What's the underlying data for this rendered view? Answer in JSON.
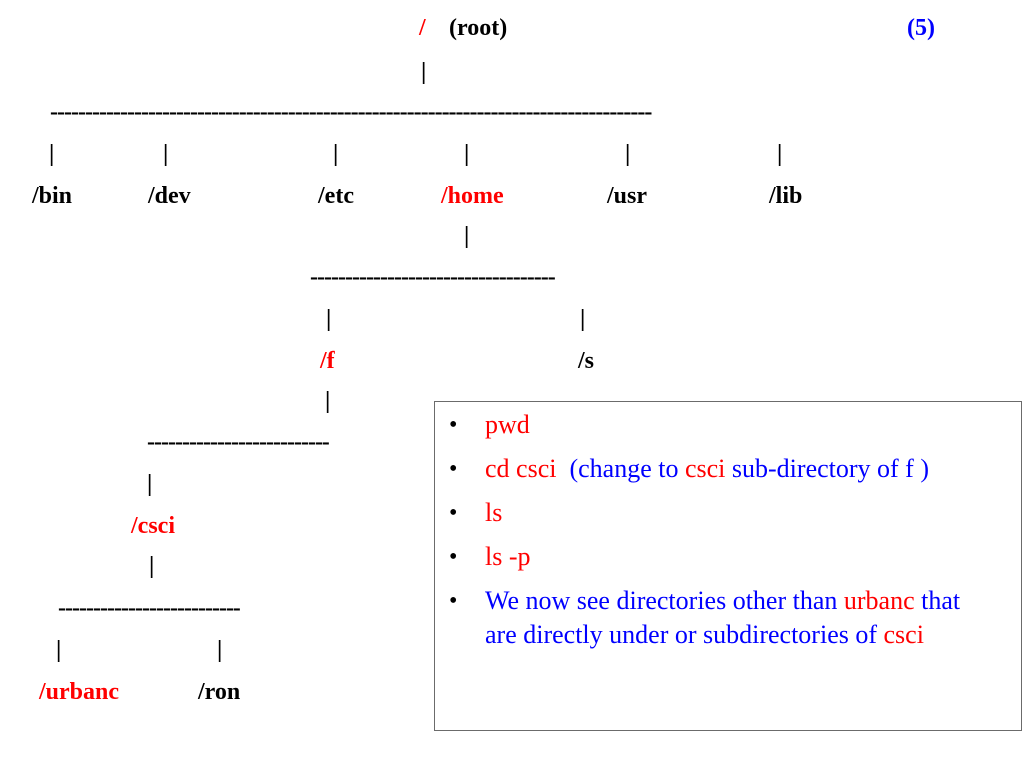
{
  "title": {
    "slash": "/",
    "label": "(root)",
    "slide_number": "(5)"
  },
  "tree": {
    "pipe": "|",
    "line1": "--------------------------------------------------------------------------------------",
    "line2": "-----------------------------------",
    "line3": "--------------------------",
    "line4": "--------------------------",
    "dirs": {
      "bin": "/bin",
      "dev": "/dev",
      "etc": "/etc",
      "home": "/home",
      "usr": "/usr",
      "lib": "/lib",
      "f": "/f",
      "s": "/s",
      "csci": "/csci",
      "urbanc": "/urbanc",
      "ron": "/ron"
    }
  },
  "commands": {
    "bullet": "•",
    "items": [
      {
        "cmd": "pwd"
      },
      {
        "cmd": "cd csci",
        "note_pre": "(change to ",
        "note_dir": "csci",
        "note_post": " sub-directory of f )"
      },
      {
        "cmd": "ls"
      },
      {
        "cmd": "ls -p"
      },
      {
        "text_pre": "We now see directories other than ",
        "text_dir": "urbanc",
        "text_mid": "  that are directly under or subdirectories of ",
        "text_dir2": "csci"
      }
    ]
  },
  "colors": {
    "highlight": "#ff0000",
    "note": "#0000ff",
    "text": "#000000",
    "panel_border": "#6b6b6b"
  }
}
